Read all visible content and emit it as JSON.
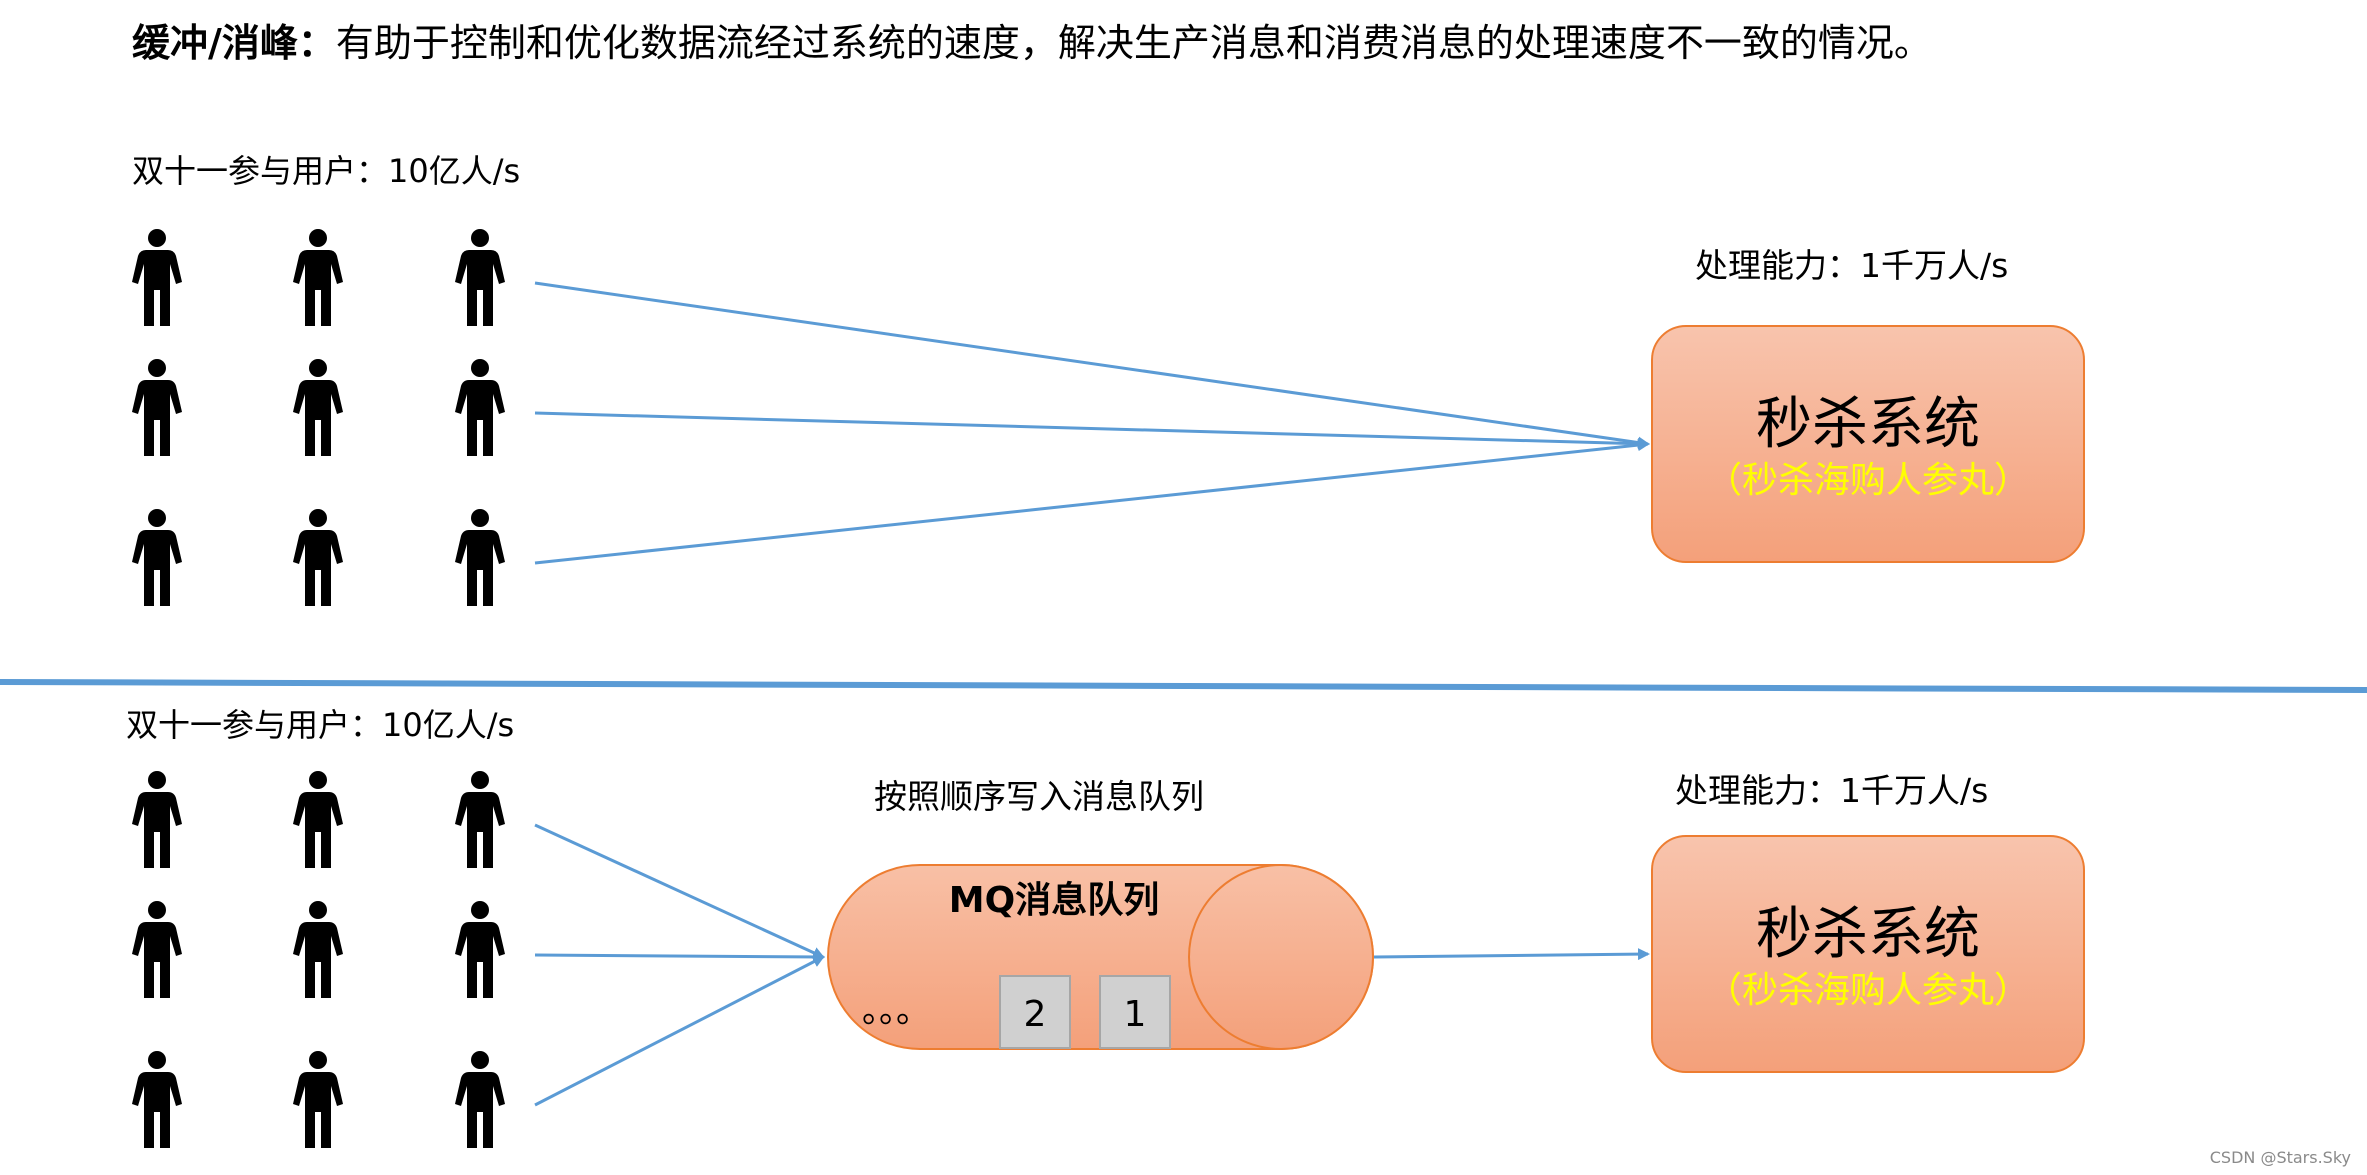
{
  "header": {
    "title_bold": "缓冲/消峰：",
    "title_rest": "有助于控制和优化数据流经过系统的速度，解决生产消息和消费消息的处理速度不一致的情况。"
  },
  "top_section": {
    "users_label": "双十一参与用户：10亿人/s",
    "capacity_label": "处理能力：1千万人/s",
    "system_title": "秒杀系统",
    "system_subtitle": "（秒杀海购人参丸）"
  },
  "bottom_section": {
    "users_label": "双十一参与用户：10亿人/s",
    "queue_caption": "按照顺序写入消息队列",
    "queue_title": "MQ消息队列",
    "queue_ellipsis": "。。。",
    "queue_items": [
      "2",
      "1"
    ],
    "capacity_label": "处理能力：1千万人/s",
    "system_title": "秒杀系统",
    "system_subtitle": "（秒杀海购人参丸）"
  },
  "watermark": "CSDN @Stars.Sky",
  "colors": {
    "arrow": "#5b9bd5",
    "divider": "#5b9bd5",
    "box_top": "#f8c4ad",
    "box_bottom": "#f4a07a",
    "box_border": "#ed7d31",
    "subtitle": "#ffff00",
    "queue_item_fill": "#d0d0d0",
    "queue_item_border": "#a6a6a6"
  }
}
